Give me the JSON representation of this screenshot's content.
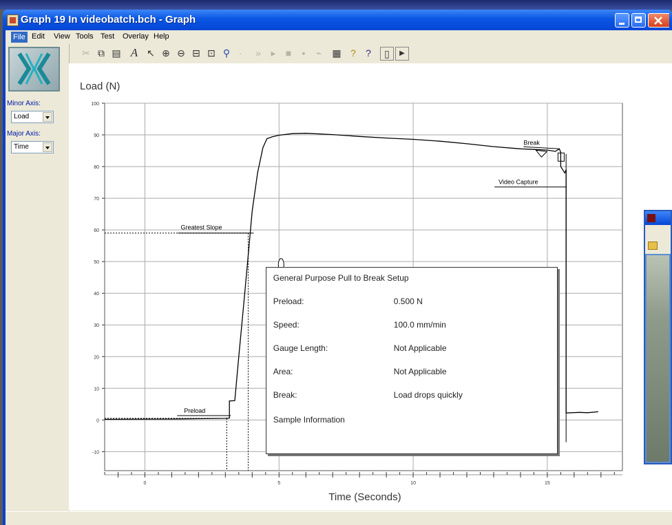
{
  "window": {
    "title": "Graph 19 In videobatch.bch - Graph"
  },
  "menu": {
    "items": [
      "File",
      "Edit",
      "View",
      "Tools",
      "Test",
      "Overlay",
      "Help"
    ]
  },
  "left_panel": {
    "minor_axis_label": "Minor Axis:",
    "minor_axis_value": "Load",
    "major_axis_label": "Major Axis:",
    "major_axis_value": "Time"
  },
  "toolbar": {
    "icons": [
      "cut-icon",
      "copy-icon",
      "paste-icon",
      "text-icon",
      "pointer-icon",
      "zoom-in-icon",
      "zoom-out-icon",
      "zoom-box-icon",
      "zoom-fit-icon",
      "marker-icon",
      "marker-disabled-icon",
      "first-icon",
      "prev-icon",
      "stop-icon",
      "next-icon",
      "last-icon",
      "print-icon",
      "help-icon",
      "context-help-icon",
      "tile-icon",
      "play-icon"
    ]
  },
  "chart_data": {
    "type": "line",
    "ylabel": "Load (N)",
    "xlabel": "Time (Seconds)",
    "xlim": [
      -1.5,
      17.8
    ],
    "ylim": [
      -16,
      100
    ],
    "x_ticks_major": [
      0,
      5,
      10,
      15
    ],
    "x_tick_labels": [
      "0",
      "5",
      "10",
      "15"
    ],
    "y_ticks": [
      -10,
      0,
      10,
      20,
      30,
      40,
      50,
      60,
      70,
      80,
      90,
      100
    ],
    "y_tick_labels": [
      "-10",
      "0",
      "10",
      "20",
      "30",
      "40",
      "50",
      "60",
      "70",
      "80",
      "90",
      "100"
    ],
    "grid": true,
    "series": [
      {
        "x": [
          -1.5,
          1.0,
          2.0,
          3.0,
          3.15,
          3.15,
          3.35,
          3.5,
          3.7,
          3.85,
          4.0,
          4.2,
          4.4,
          4.55,
          4.75,
          5.0,
          5.5,
          6.0,
          7.0,
          8.0,
          9.0,
          10.0,
          11.0,
          12.0,
          13.0,
          14.0,
          14.5,
          15.0,
          15.3,
          15.45,
          15.5,
          15.5,
          15.65,
          15.7,
          15.7,
          16.2,
          16.5,
          16.9
        ],
        "y": [
          0.2,
          0.3,
          0.4,
          0.5,
          0.6,
          6.0,
          6.1,
          20.0,
          38.0,
          52.0,
          66.0,
          78.0,
          86.0,
          88.8,
          89.4,
          89.9,
          90.4,
          90.5,
          90.1,
          89.5,
          89.0,
          88.6,
          88.0,
          87.2,
          86.3,
          85.6,
          85.4,
          85.2,
          84.8,
          85.6,
          84.5,
          80.0,
          78.0,
          79.0,
          2.2,
          2.4,
          2.3,
          2.6
        ]
      }
    ],
    "guides": [
      {
        "name": "preload",
        "x": 3.05,
        "y": 0.5,
        "label": "Preload"
      },
      {
        "name": "greatest-slope",
        "x": 3.85,
        "y": 59,
        "label": "Greatest Slope"
      }
    ],
    "annotations": {
      "break": "Break",
      "video_capture": "Video Capture"
    },
    "info_box": {
      "title": "General Purpose Pull to Break Setup",
      "rows": [
        {
          "label": "Preload:",
          "value": "0.500 N"
        },
        {
          "label": "Speed:",
          "value": "100.0 mm/min"
        },
        {
          "label": "Gauge Length:",
          "value": "Not Applicable"
        },
        {
          "label": "Area:",
          "value": "Not Applicable"
        },
        {
          "label": "Break:",
          "value": "Load drops quickly"
        }
      ],
      "footer": "Sample Information"
    }
  }
}
